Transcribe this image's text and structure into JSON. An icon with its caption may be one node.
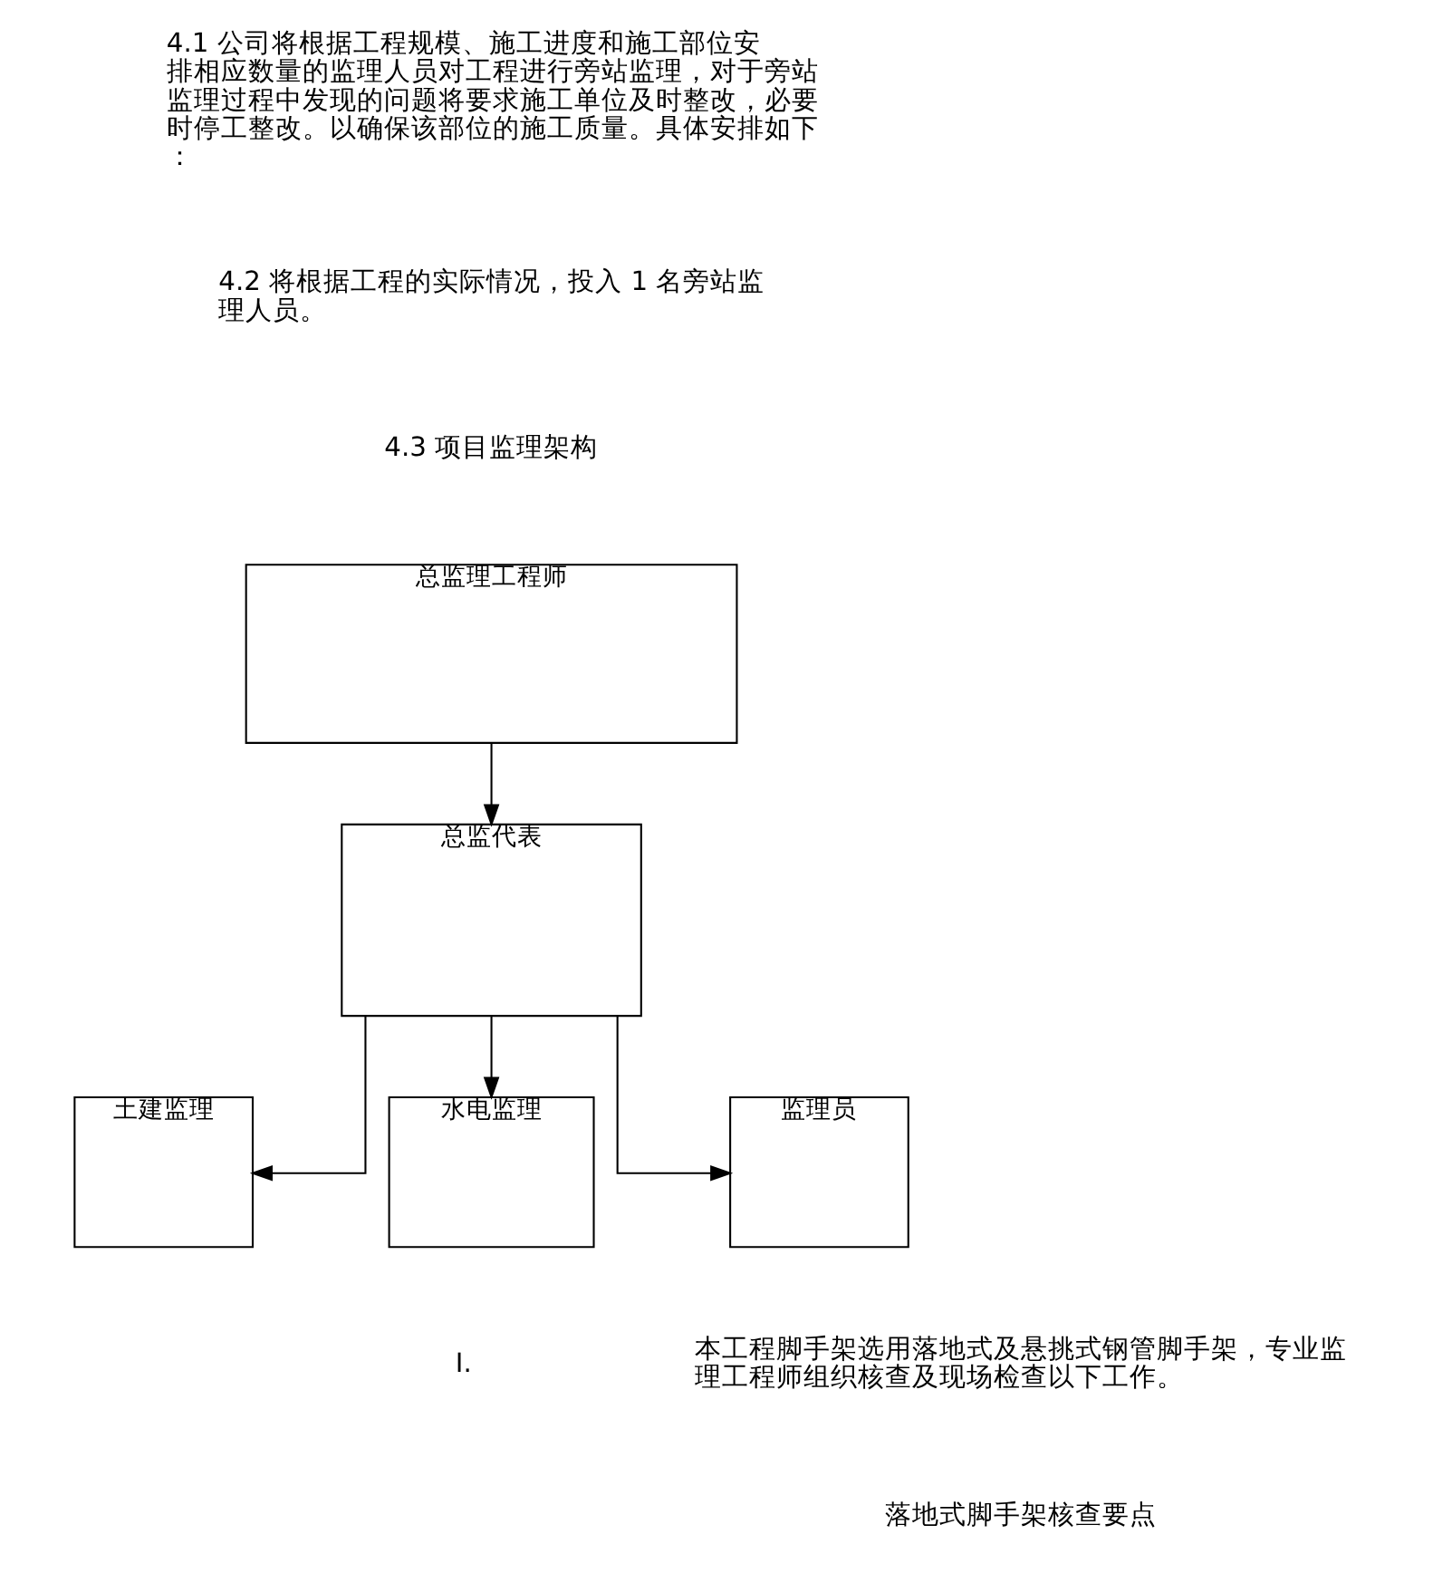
{
  "diagram": {
    "nodes": [
      {
        "text": [
          "总监理工程师"
        ]
      },
      {
        "text": [
          "总监代表"
        ]
      },
      {
        "text": [
          "土建监理"
        ]
      },
      {
        "text": [
          "水电监理"
        ]
      },
      {
        "text": [
          "监理员"
        ]
      }
    ],
    "edges": [
      {
        "from": 0,
        "to": 1,
        "arrow": "to"
      },
      {
        "from": 1,
        "to": 2,
        "arrow": "to"
      },
      {
        "from": 1,
        "to": 3,
        "arrow": "to"
      },
      {
        "from": 1,
        "to": 4,
        "arrow": "to"
      }
    ],
    "labels": [
      "4.1 公司将根据工程规模、施工进度和施工部位安排相应数量的监理人员对工程进行旁站监理，对于旁站监理过程中发现的问题将要求施工单位及时整改，必要时停工整改。以确保该部位的施工质量。具体安排如下：",
      "4.2 将根据工程的实际情况，投入 1 名旁站监理人员。",
      "4.3 项目监理架构",
      "I.",
      "本工程脚手架选用落地式及悬挑式钢管脚手架，专业监理工程师组织核查及现场检查以下工作。",
      "落地式脚手架核查要点"
    ]
  }
}
